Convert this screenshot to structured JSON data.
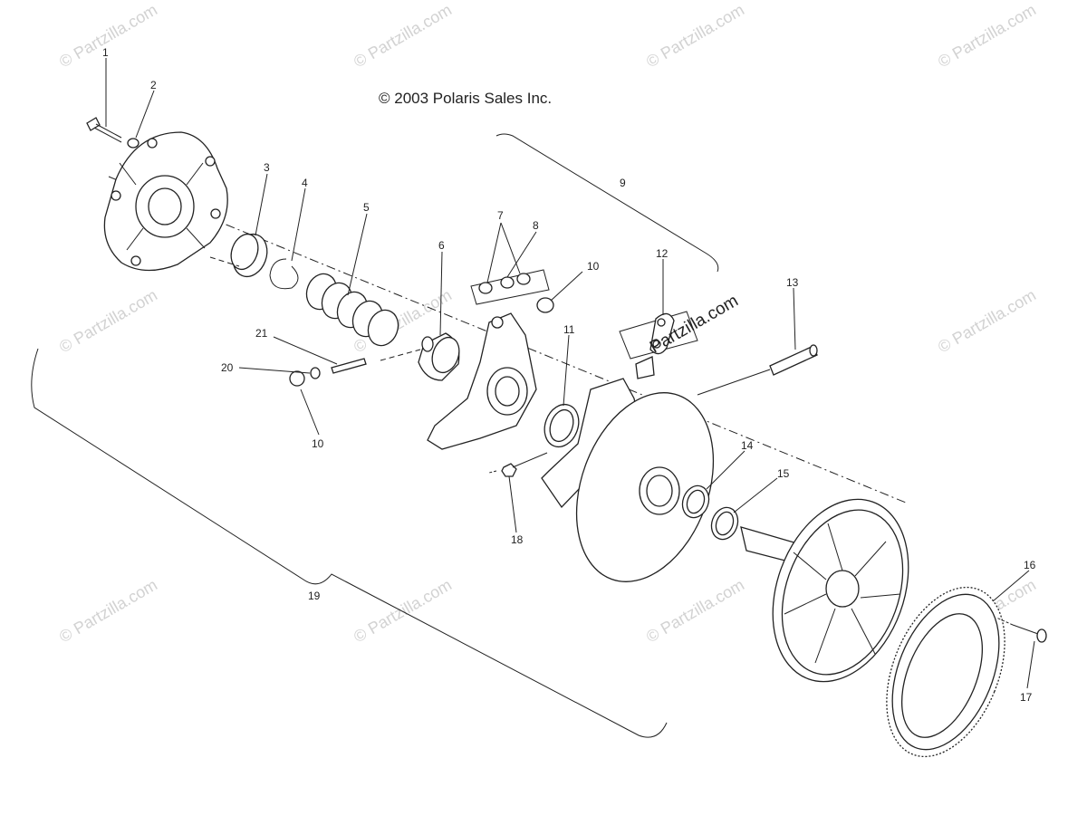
{
  "copyright": "© 2003 Polaris Sales Inc.",
  "watermark": "© Partzilla.com",
  "watermark_inline": "Partzilla.com",
  "callouts": {
    "c1": "1",
    "c2": "2",
    "c3": "3",
    "c4": "4",
    "c5": "5",
    "c6": "6",
    "c7": "7",
    "c8": "8",
    "c9": "9",
    "c10a": "10",
    "c10b": "10",
    "c11": "11",
    "c12": "12",
    "c13": "13",
    "c14": "14",
    "c15": "15",
    "c16": "16",
    "c17": "17",
    "c18": "18",
    "c19": "19",
    "c20": "20",
    "c21": "21"
  }
}
